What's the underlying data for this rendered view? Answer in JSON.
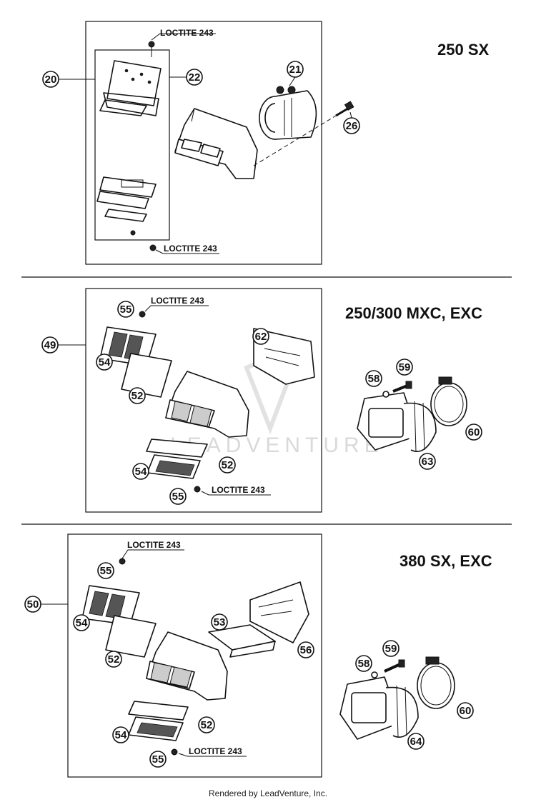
{
  "sections": [
    {
      "title": "250 SX",
      "callouts": [
        "20",
        "22",
        "21",
        "26"
      ],
      "loctite": [
        "LOCTITE 243",
        "LOCTITE 243"
      ]
    },
    {
      "title": "250/300 MXC, EXC",
      "callouts": [
        "49",
        "55",
        "54",
        "62",
        "52",
        "58",
        "59",
        "60",
        "63",
        "52",
        "54",
        "55"
      ],
      "loctite": [
        "LOCTITE 243",
        "LOCTITE 243"
      ]
    },
    {
      "title": "380 SX, EXC",
      "callouts": [
        "50",
        "55",
        "54",
        "53",
        "56",
        "52",
        "58",
        "59",
        "60",
        "64",
        "52",
        "54",
        "55"
      ],
      "loctite": [
        "LOCTITE 243",
        "LOCTITE 243"
      ]
    }
  ],
  "watermark": "LEADVENTURE",
  "footer": "Rendered by LeadVenture, Inc."
}
